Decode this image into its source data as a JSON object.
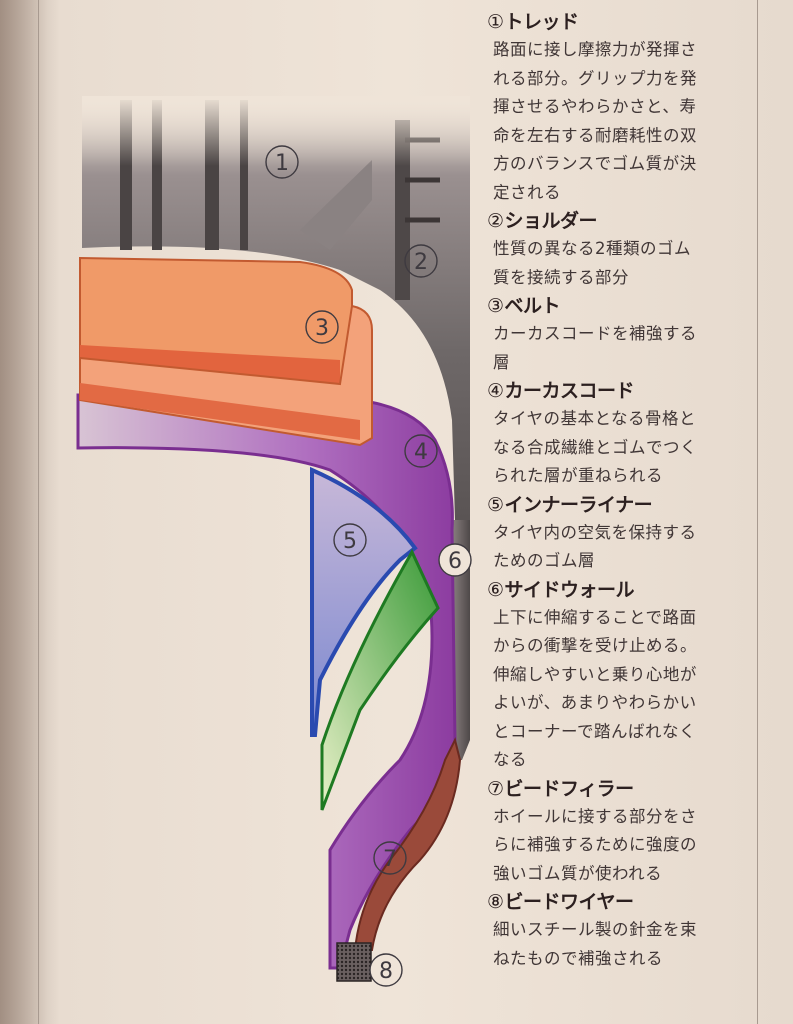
{
  "diagram": {
    "markers": [
      "①",
      "②",
      "③",
      "④",
      "⑤",
      "⑥",
      "⑦",
      "⑧"
    ]
  },
  "legend": [
    {
      "num": "①",
      "title": "トレッド",
      "lines": [
        "路面に接し摩擦力が発揮さ",
        "れる部分。グリップ力を発",
        "揮させるやわらかさと、寿",
        "命を左右する耐磨耗性の双",
        "方のバランスでゴム質が決",
        "定される"
      ]
    },
    {
      "num": "②",
      "title": "ショルダー",
      "lines": [
        "性質の異なる2種類のゴム",
        "質を接続する部分"
      ]
    },
    {
      "num": "③",
      "title": "ベルト",
      "lines": [
        "カーカスコードを補強する",
        "層"
      ]
    },
    {
      "num": "④",
      "title": "カーカスコード",
      "lines": [
        "タイヤの基本となる骨格と",
        "なる合成繊維とゴムでつく",
        "られた層が重ねられる"
      ]
    },
    {
      "num": "⑤",
      "title": "インナーライナー",
      "lines": [
        "タイヤ内の空気を保持する",
        "ためのゴム層"
      ]
    },
    {
      "num": "⑥",
      "title": "サイドウォール",
      "lines": [
        "上下に伸縮することで路面",
        "からの衝撃を受け止める。",
        "伸縮しやすいと乗り心地が",
        "よいが、あまりやわらかい",
        "とコーナーで踏んばれなく",
        "なる"
      ]
    },
    {
      "num": "⑦",
      "title": "ビードフィラー",
      "lines": [
        "ホイールに接する部分をさ",
        "らに補強するために強度の",
        "強いゴム質が使われる"
      ]
    },
    {
      "num": "⑧",
      "title": "ビードワイヤー",
      "lines": [
        "細いスチール製の針金を束",
        "ねたもので補強される"
      ]
    }
  ]
}
